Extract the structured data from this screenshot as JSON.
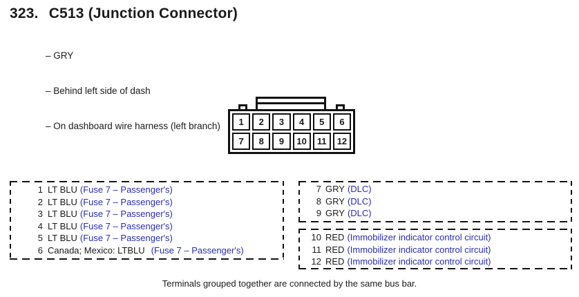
{
  "page": {
    "title_number": "323.",
    "title_name": "C513 (Junction Connector)",
    "bullets": [
      "– GRY",
      "– Behind left side of dash",
      "– On dashboard wire harness (left branch)"
    ],
    "footnote": "Terminals grouped together are connected by the same bus bar."
  },
  "connector": {
    "rows": [
      [
        "1",
        "2",
        "3",
        "4",
        "5",
        "6"
      ],
      [
        "7",
        "8",
        "9",
        "10",
        "11",
        "12"
      ]
    ]
  },
  "pin_groups": {
    "group_1_6": {
      "pins": [
        {
          "num": "1",
          "label": "LT BLU",
          "circuit": "(Fuse 7 – Passenger's)"
        },
        {
          "num": "2",
          "label": "LT BLU",
          "circuit": "(Fuse 7 – Passenger's)"
        },
        {
          "num": "3",
          "label": "LT BLU",
          "circuit": "(Fuse 7 – Passenger's)"
        },
        {
          "num": "4",
          "label": "LT BLU",
          "circuit": "(Fuse 7 – Passenger's)"
        },
        {
          "num": "5",
          "label": "LT BLU",
          "circuit": "(Fuse 7 – Passenger's)"
        },
        {
          "num": "6",
          "label": "Canada; Mexico: LTBLU",
          "circuit": "(Fuse 7 – Passenger's)"
        }
      ]
    },
    "group_7_9": {
      "pins": [
        {
          "num": "7",
          "label": "GRY",
          "circuit": "(DLC)"
        },
        {
          "num": "8",
          "label": "GRY",
          "circuit": "(DLC)"
        },
        {
          "num": "9",
          "label": "GRY",
          "circuit": "(DLC)"
        }
      ]
    },
    "group_10_12": {
      "pins": [
        {
          "num": "10",
          "label": "RED",
          "circuit": "(Immobilizer indicator control circuit)"
        },
        {
          "num": "11",
          "label": "RED",
          "circuit": "(Immobilizer indicator control circuit)"
        },
        {
          "num": "12",
          "label": "RED",
          "circuit": "(Immobilizer indicator control circuit)"
        }
      ]
    }
  },
  "colors": {
    "circuit_link_blue": "#2b2baf",
    "text_black": "#1a1a1a"
  }
}
